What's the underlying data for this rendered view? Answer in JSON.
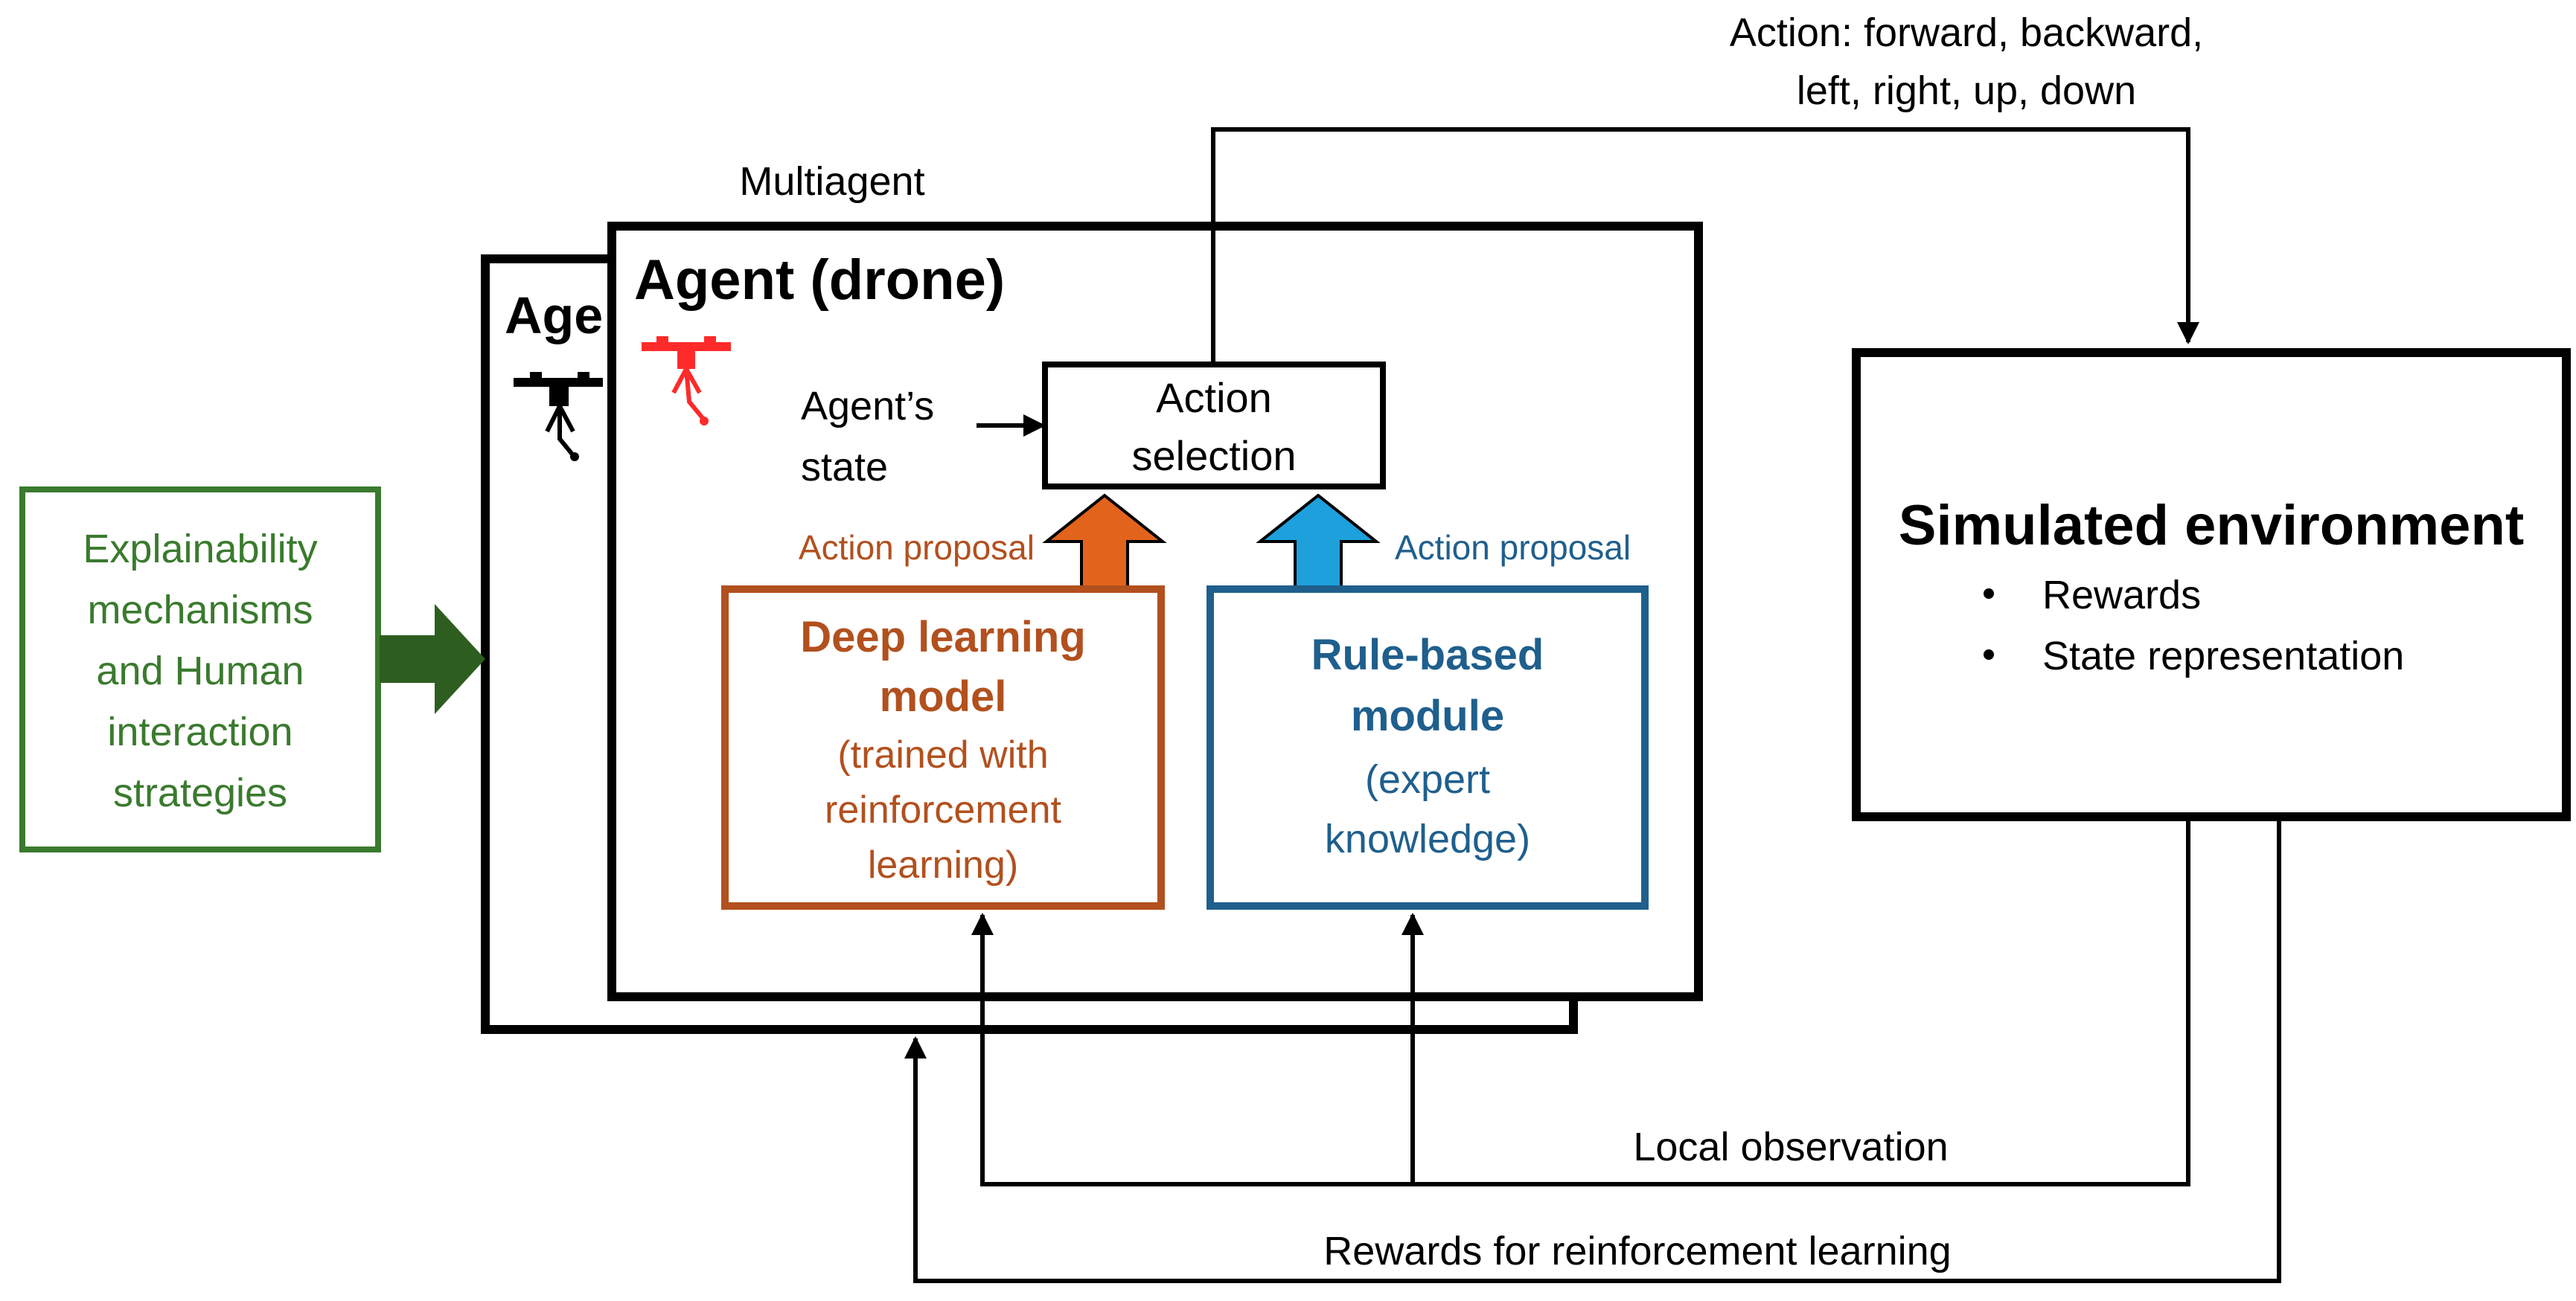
{
  "labels": {
    "action_top_line1": "Action: forward, backward,",
    "action_top_line2": "left, right, up, down",
    "multiagent": "Multiagent",
    "agent_back_title": "Age",
    "agent_front_title": "Agent (drone)",
    "agent_state_line1": "Agent’s",
    "agent_state_line2": "state",
    "action_selection_line1": "Action",
    "action_selection_line2": "selection",
    "action_proposal_left": "Action proposal",
    "action_proposal_right": "Action proposal",
    "deep_title_line1": "Deep learning",
    "deep_title_line2": "model",
    "deep_sub_line1": "(trained with",
    "deep_sub_line2": "reinforcement",
    "deep_sub_line3": "learning)",
    "rule_title_line1": "Rule-based",
    "rule_title_line2": "module",
    "rule_sub_line1": "(expert",
    "rule_sub_line2": "knowledge)",
    "sim_title": "Simulated environment",
    "sim_bullet1": "Rewards",
    "sim_bullet2": "State representation",
    "explain_line1": "Explainability",
    "explain_line2": "mechanisms",
    "explain_line3": "and Human",
    "explain_line4": "interaction",
    "explain_line5": "strategies",
    "local_observation": "Local observation",
    "rewards_rl": "Rewards for reinforcement learning"
  },
  "icons": {
    "drone_back": "drone-icon",
    "drone_front": "drone-icon"
  },
  "colors": {
    "black": "#000000",
    "green": "#3a7a2e",
    "dark_green": "#2d5e1f",
    "brown": "#b2501e",
    "orange": "#e2631c",
    "blue": "#1f5f8d",
    "light_blue": "#1ea0dc",
    "drone_red": "#ff2a2a"
  }
}
